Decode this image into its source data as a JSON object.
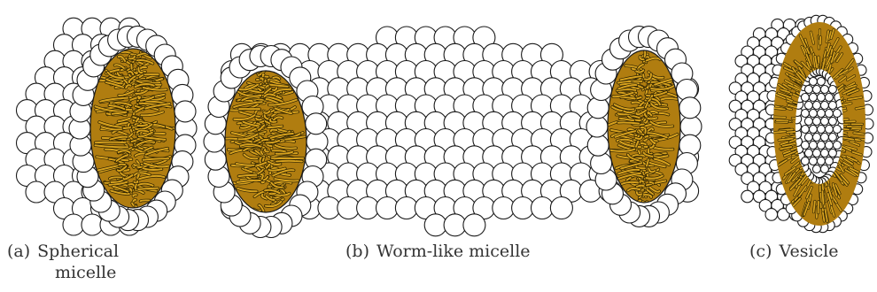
{
  "colors": {
    "head_fill": "#ffffff",
    "head_stroke": "#1a1a1a",
    "tail_fill": "#d8a21e",
    "tail_shadow": "#b07d10",
    "tail_stroke": "#2b2102"
  },
  "panels": [
    {
      "id": "a",
      "label": "(a)",
      "caption_line1": "Spherical",
      "caption_line2": "micelle"
    },
    {
      "id": "b",
      "label": "(b)",
      "caption_line1": "Worm-like micelle"
    },
    {
      "id": "c",
      "label": "(c)",
      "caption_line1": "Vesicle"
    }
  ]
}
